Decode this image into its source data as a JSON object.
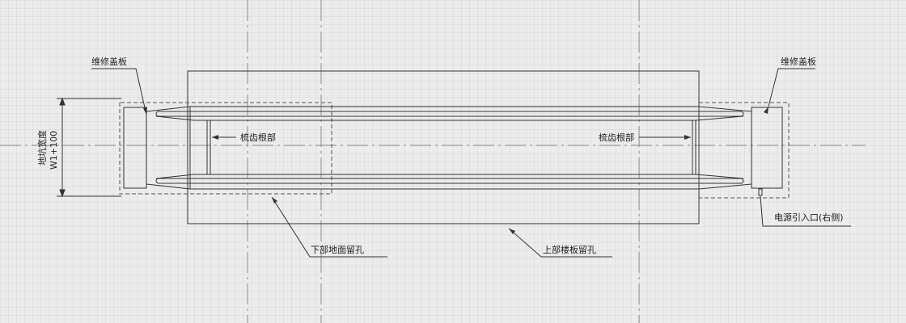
{
  "labels": {
    "cover_left": "维修盖板",
    "cover_right": "维修盖板",
    "comb_root_left": "梳齿根部",
    "comb_root_right": "梳齿根部",
    "pit_width": "地坑宽度",
    "pit_width_value": "W1+100",
    "lower_hole": "下部地面留孔",
    "upper_hole": "上部楼板留孔",
    "power_entry": "电源引入口(右侧)"
  },
  "colors": {
    "line": "#333333",
    "centerline": "#8a8a8a",
    "dashed": "#555555"
  }
}
